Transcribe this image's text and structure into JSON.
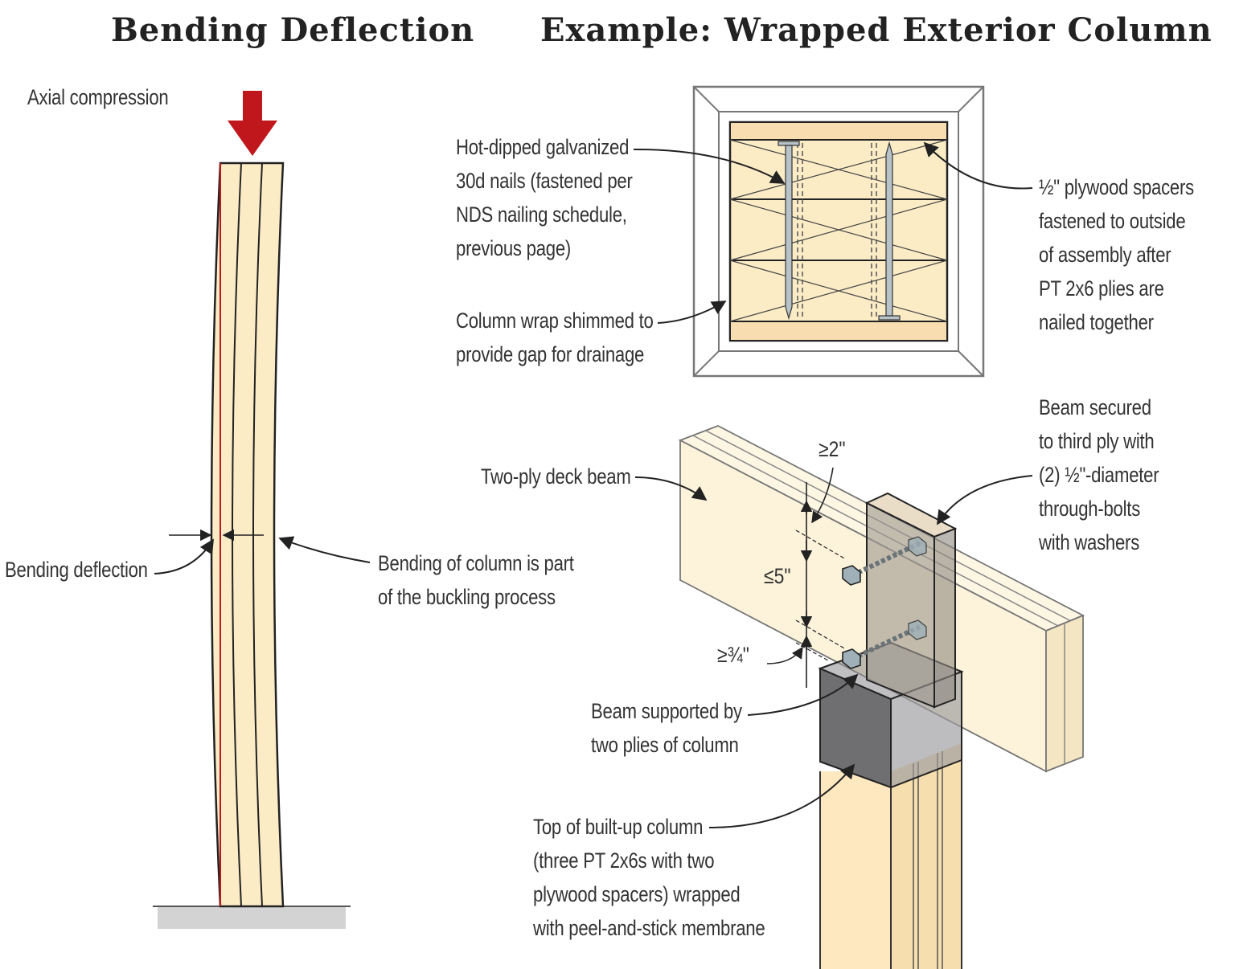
{
  "titles": {
    "left": "Bending Deflection",
    "right": "Example: Wrapped Exterior Column"
  },
  "left_labels": {
    "axial": "Axial compression",
    "bending_deflection": "Bending deflection",
    "bending_process": "Bending of column is part\nof the buckling process"
  },
  "plan_labels": {
    "nails": "Hot-dipped galvanized\n30d nails (fastened per\nNDS nailing schedule,\nprevious page)",
    "wrap": "Column wrap shimmed to\nprovide gap for drainage",
    "spacers": "½\" plywood spacers\nfastened to outside\nof assembly after\nPT 2x6 plies are\nnailed together"
  },
  "iso_labels": {
    "beam": "Two-ply deck beam",
    "secured": "Beam secured\nto third ply with\n(2) ½\"-diameter\nthrough-bolts\nwith washers",
    "supported": "Beam supported by\ntwo plies of column",
    "top": "Top of built-up column\n(three PT 2x6s with two\nplywood spacers) wrapped\nwith peel-and-stick membrane"
  },
  "dimensions": {
    "d1": "≥2\"",
    "d2": "≤5\"",
    "d3": "≥¾\""
  },
  "colors": {
    "wood": "#fbecc6",
    "wood_light": "#fdf6e3",
    "arrow_red": "#c0171c",
    "membrane": "#8a8a8a",
    "line": "#222222"
  }
}
